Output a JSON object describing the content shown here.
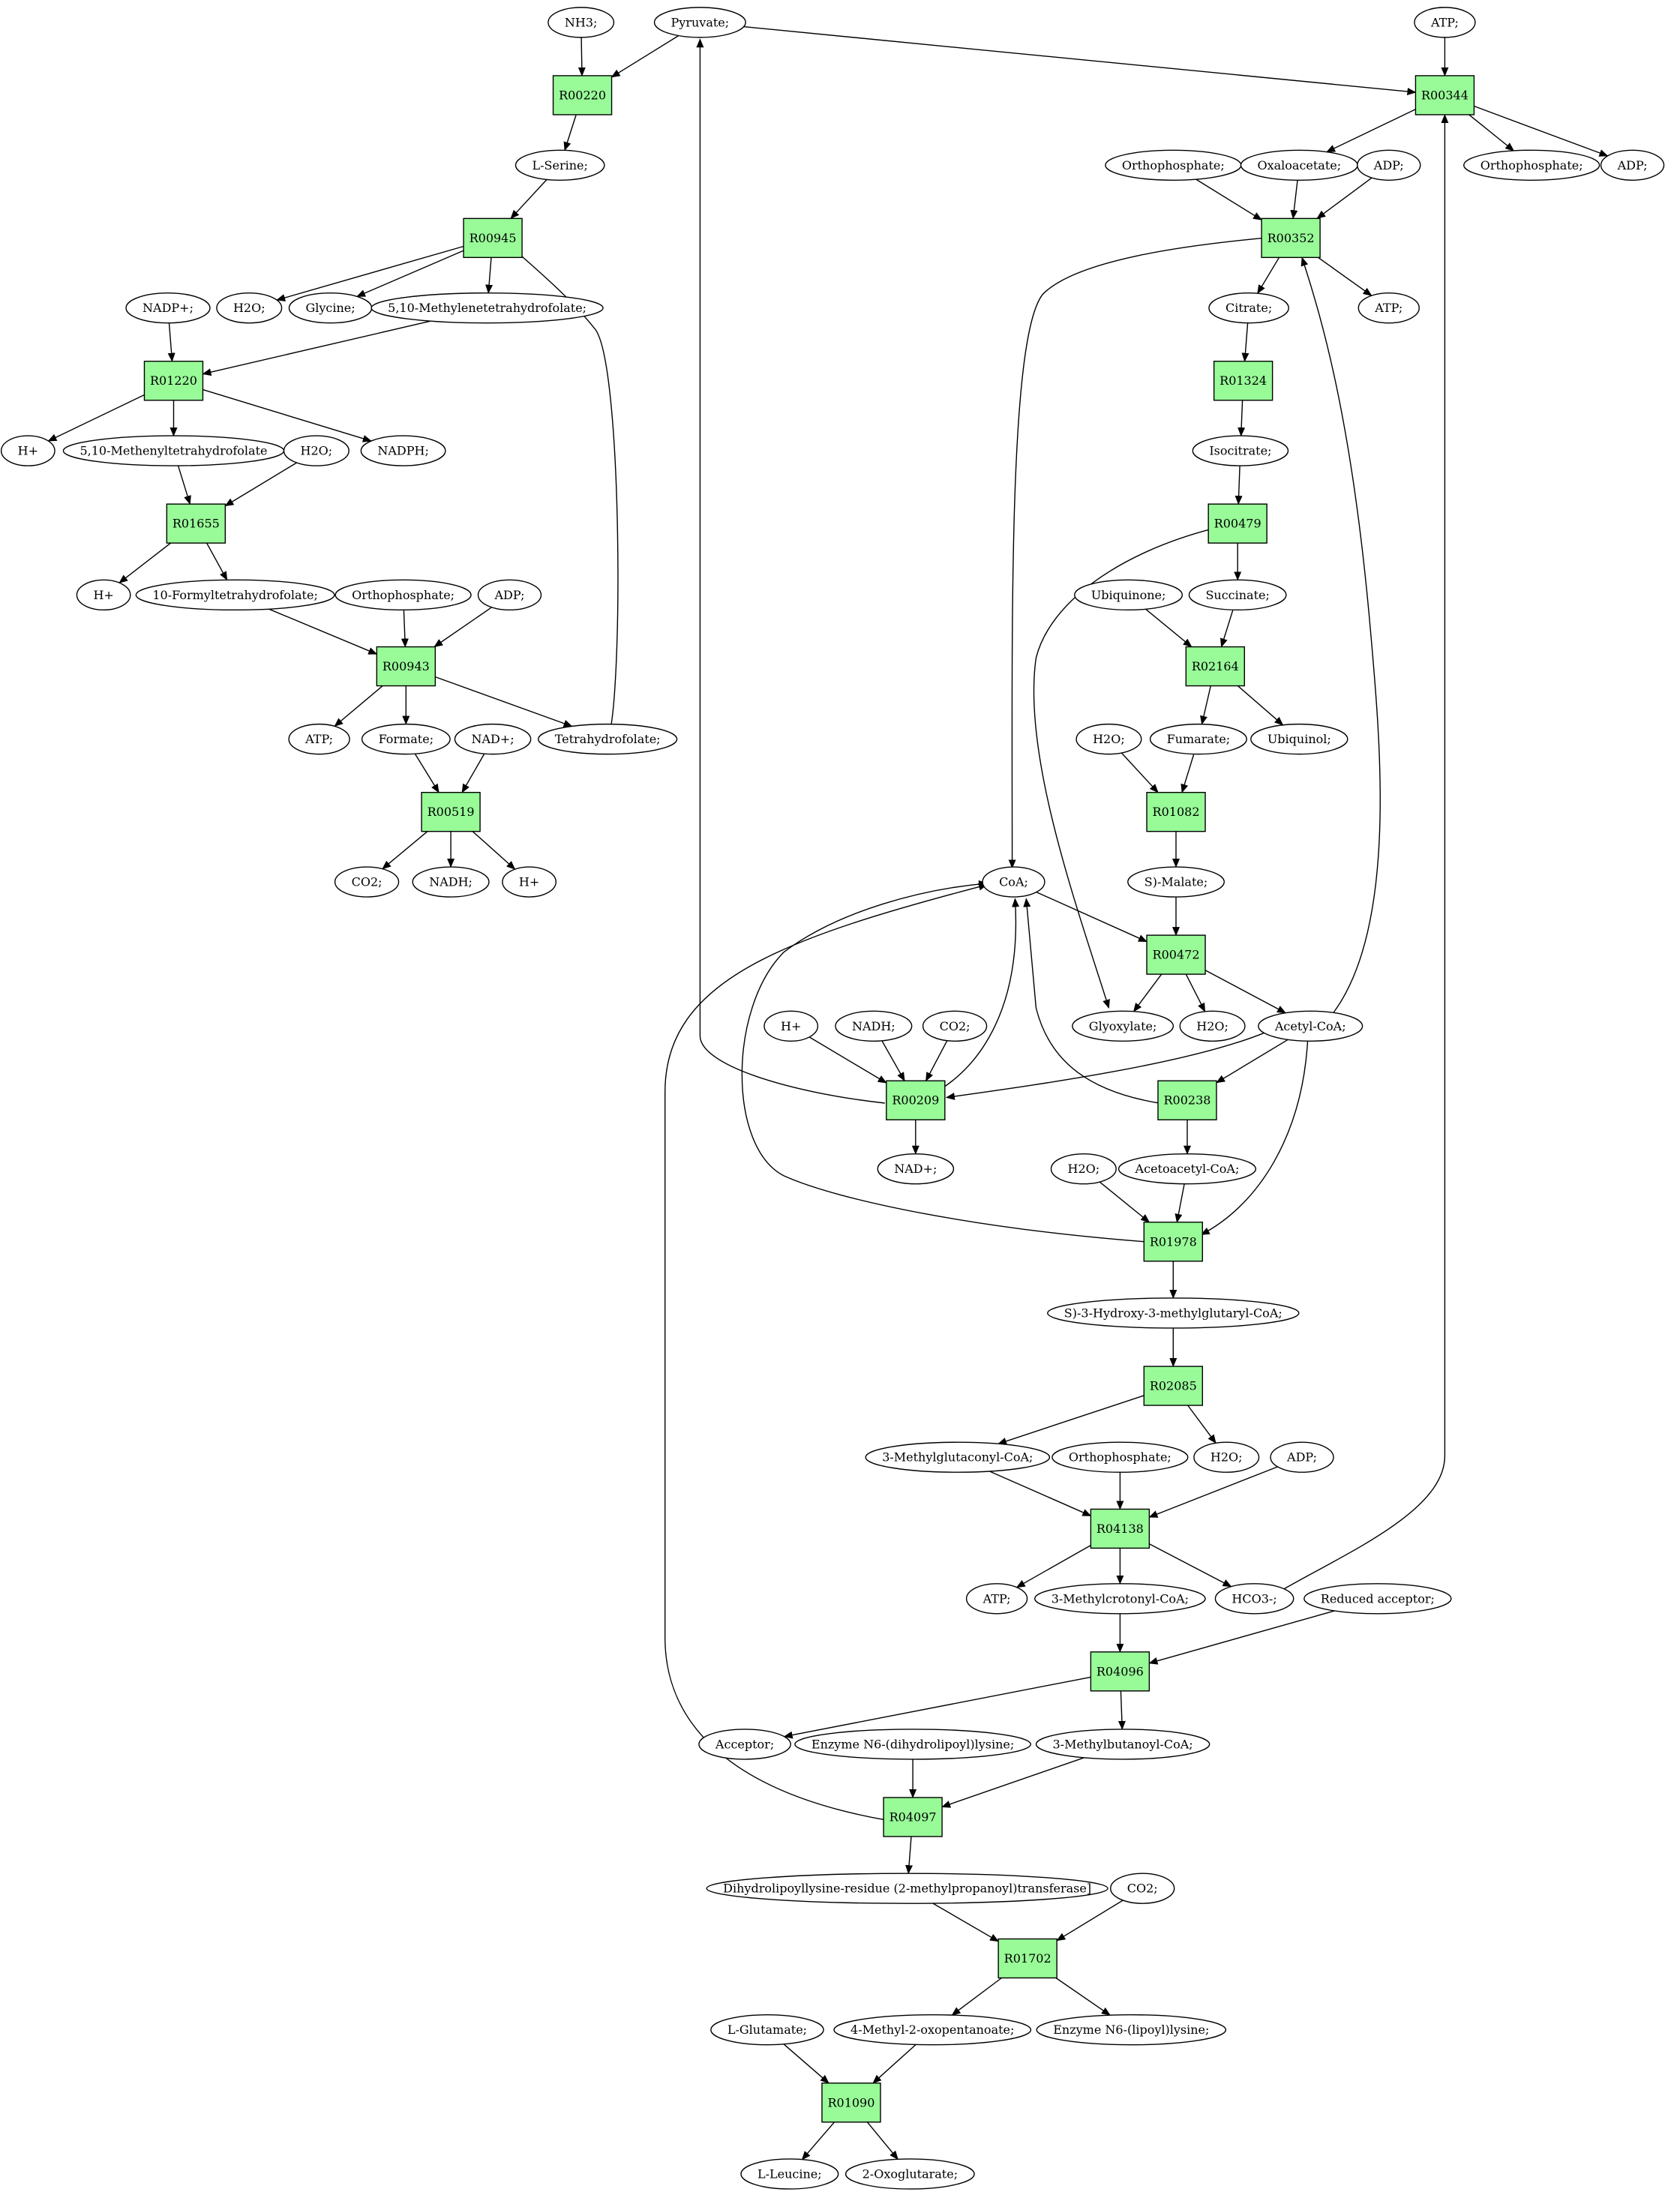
{
  "colors": {
    "reaction_fill": "#98fb98",
    "highlight_green": "#00ee00",
    "highlight_yellow": "#ffff00",
    "compound_fill": "#ffffff"
  },
  "graph": {
    "nodes": [
      {
        "id": "nh3",
        "label": "NH3;",
        "kind": "compound"
      },
      {
        "id": "pyruvate",
        "label": "Pyruvate;",
        "kind": "compound",
        "fill": "highlight_green"
      },
      {
        "id": "atp_top",
        "label": "ATP;",
        "kind": "compound"
      },
      {
        "id": "R00220",
        "label": "R00220",
        "kind": "reaction"
      },
      {
        "id": "R00344",
        "label": "R00344",
        "kind": "reaction"
      },
      {
        "id": "lserine",
        "label": "L-Serine;",
        "kind": "compound"
      },
      {
        "id": "orthophos_1",
        "label": "Orthophosphate;",
        "kind": "compound"
      },
      {
        "id": "oxaloacetate",
        "label": "Oxaloacetate;",
        "kind": "compound"
      },
      {
        "id": "adp_1",
        "label": "ADP;",
        "kind": "compound"
      },
      {
        "id": "orthophos_2",
        "label": "Orthophosphate;",
        "kind": "compound"
      },
      {
        "id": "adp_2",
        "label": "ADP;",
        "kind": "compound"
      },
      {
        "id": "R00945",
        "label": "R00945",
        "kind": "reaction"
      },
      {
        "id": "R00352",
        "label": "R00352",
        "kind": "reaction"
      },
      {
        "id": "h2o_1",
        "label": "H2O;",
        "kind": "compound"
      },
      {
        "id": "glycine",
        "label": "Glycine;",
        "kind": "compound"
      },
      {
        "id": "methylene_thf",
        "label": "5,10-Methylenetetrahydrofolate;",
        "kind": "compound"
      },
      {
        "id": "nadp",
        "label": "NADP+;",
        "kind": "compound"
      },
      {
        "id": "citrate",
        "label": "Citrate;",
        "kind": "compound"
      },
      {
        "id": "atp_2",
        "label": "ATP;",
        "kind": "compound"
      },
      {
        "id": "R01220",
        "label": "R01220",
        "kind": "reaction"
      },
      {
        "id": "R01324",
        "label": "R01324",
        "kind": "reaction"
      },
      {
        "id": "hplus_1",
        "label": "H+",
        "kind": "compound"
      },
      {
        "id": "methenyl_thf",
        "label": "5,10-Methenyltetrahydrofolate",
        "kind": "compound"
      },
      {
        "id": "h2o_2",
        "label": "H2O;",
        "kind": "compound"
      },
      {
        "id": "nadph",
        "label": "NADPH;",
        "kind": "compound"
      },
      {
        "id": "isocitrate",
        "label": "Isocitrate;",
        "kind": "compound"
      },
      {
        "id": "R01655",
        "label": "R01655",
        "kind": "reaction"
      },
      {
        "id": "R00479",
        "label": "R00479",
        "kind": "reaction"
      },
      {
        "id": "hplus_2",
        "label": "H+",
        "kind": "compound"
      },
      {
        "id": "formyl_thf",
        "label": "10-Formyltetrahydrofolate;",
        "kind": "compound"
      },
      {
        "id": "orthophos_3",
        "label": "Orthophosphate;",
        "kind": "compound"
      },
      {
        "id": "adp_3",
        "label": "ADP;",
        "kind": "compound"
      },
      {
        "id": "ubiquinone",
        "label": "Ubiquinone;",
        "kind": "compound"
      },
      {
        "id": "succinate",
        "label": "Succinate;",
        "kind": "compound"
      },
      {
        "id": "R00943",
        "label": "R00943",
        "kind": "reaction"
      },
      {
        "id": "R02164",
        "label": "R02164",
        "kind": "reaction"
      },
      {
        "id": "atp_3",
        "label": "ATP;",
        "kind": "compound"
      },
      {
        "id": "formate",
        "label": "Formate;",
        "kind": "compound"
      },
      {
        "id": "nad_1",
        "label": "NAD+;",
        "kind": "compound"
      },
      {
        "id": "thf",
        "label": "Tetrahydrofolate;",
        "kind": "compound"
      },
      {
        "id": "h2o_3",
        "label": "H2O;",
        "kind": "compound"
      },
      {
        "id": "fumarate",
        "label": "Fumarate;",
        "kind": "compound"
      },
      {
        "id": "ubiquinol",
        "label": "Ubiquinol;",
        "kind": "compound"
      },
      {
        "id": "R00519",
        "label": "R00519",
        "kind": "reaction"
      },
      {
        "id": "R01082",
        "label": "R01082",
        "kind": "reaction"
      },
      {
        "id": "co2_1",
        "label": "CO2;",
        "kind": "compound"
      },
      {
        "id": "nadh_1",
        "label": "NADH;",
        "kind": "compound"
      },
      {
        "id": "hplus_3",
        "label": "H+",
        "kind": "compound"
      },
      {
        "id": "coa",
        "label": "CoA;",
        "kind": "compound"
      },
      {
        "id": "smalate",
        "label": "S)-Malate;",
        "kind": "compound"
      },
      {
        "id": "R00472",
        "label": "R00472",
        "kind": "reaction"
      },
      {
        "id": "hplus_4",
        "label": "H+",
        "kind": "compound"
      },
      {
        "id": "nadh_2",
        "label": "NADH;",
        "kind": "compound"
      },
      {
        "id": "co2_2",
        "label": "CO2;",
        "kind": "compound"
      },
      {
        "id": "glyoxylate",
        "label": "Glyoxylate;",
        "kind": "compound"
      },
      {
        "id": "h2o_4",
        "label": "H2O;",
        "kind": "compound"
      },
      {
        "id": "acetylcoa",
        "label": "Acetyl-CoA;",
        "kind": "compound",
        "fill": "highlight_green"
      },
      {
        "id": "R00209",
        "label": "R00209",
        "kind": "reaction"
      },
      {
        "id": "R00238",
        "label": "R00238",
        "kind": "reaction"
      },
      {
        "id": "nad_2",
        "label": "NAD+;",
        "kind": "compound"
      },
      {
        "id": "h2o_5",
        "label": "H2O;",
        "kind": "compound"
      },
      {
        "id": "acetoacetylcoa",
        "label": "Acetoacetyl-CoA;",
        "kind": "compound"
      },
      {
        "id": "R01978",
        "label": "R01978",
        "kind": "reaction"
      },
      {
        "id": "hmgcoa",
        "label": "S)-3-Hydroxy-3-methylglutaryl-CoA;",
        "kind": "compound"
      },
      {
        "id": "R02085",
        "label": "R02085",
        "kind": "reaction"
      },
      {
        "id": "mglutaconylcoa",
        "label": "3-Methylglutaconyl-CoA;",
        "kind": "compound"
      },
      {
        "id": "orthophos_4",
        "label": "Orthophosphate;",
        "kind": "compound"
      },
      {
        "id": "h2o_6",
        "label": "H2O;",
        "kind": "compound"
      },
      {
        "id": "adp_4",
        "label": "ADP;",
        "kind": "compound"
      },
      {
        "id": "R04138",
        "label": "R04138",
        "kind": "reaction"
      },
      {
        "id": "atp_4",
        "label": "ATP;",
        "kind": "compound"
      },
      {
        "id": "mcrotonylcoa",
        "label": "3-Methylcrotonyl-CoA;",
        "kind": "compound"
      },
      {
        "id": "hco3",
        "label": "HCO3-;",
        "kind": "compound"
      },
      {
        "id": "reduced_acceptor",
        "label": "Reduced acceptor;",
        "kind": "compound"
      },
      {
        "id": "R04096",
        "label": "R04096",
        "kind": "reaction"
      },
      {
        "id": "acceptor",
        "label": "Acceptor;",
        "kind": "compound"
      },
      {
        "id": "dihydrolipoyllysine",
        "label": "Enzyme N6-(dihydrolipoyl)lysine;",
        "kind": "compound"
      },
      {
        "id": "mbutanoylcoa",
        "label": "3-Methylbutanoyl-CoA;",
        "kind": "compound"
      },
      {
        "id": "R04097",
        "label": "R04097",
        "kind": "reaction"
      },
      {
        "id": "dihydrolipoyl_residue",
        "label": "Dihydrolipoyllysine-residue (2-methylpropanoyl)transferase]",
        "kind": "compound"
      },
      {
        "id": "co2_3",
        "label": "CO2;",
        "kind": "compound"
      },
      {
        "id": "R01702",
        "label": "R01702",
        "kind": "reaction"
      },
      {
        "id": "lglutamate",
        "label": "L-Glutamate;",
        "kind": "compound"
      },
      {
        "id": "oxopentanoate",
        "label": "4-Methyl-2-oxopentanoate;",
        "kind": "compound"
      },
      {
        "id": "lipoyllysine",
        "label": "Enzyme N6-(lipoyl)lysine;",
        "kind": "compound"
      },
      {
        "id": "R01090",
        "label": "R01090",
        "kind": "reaction"
      },
      {
        "id": "lleucine",
        "label": "L-Leucine;",
        "kind": "compound",
        "fill": "highlight_yellow"
      },
      {
        "id": "oxoglutarate",
        "label": "2-Oxoglutarate;",
        "kind": "compound"
      }
    ]
  }
}
